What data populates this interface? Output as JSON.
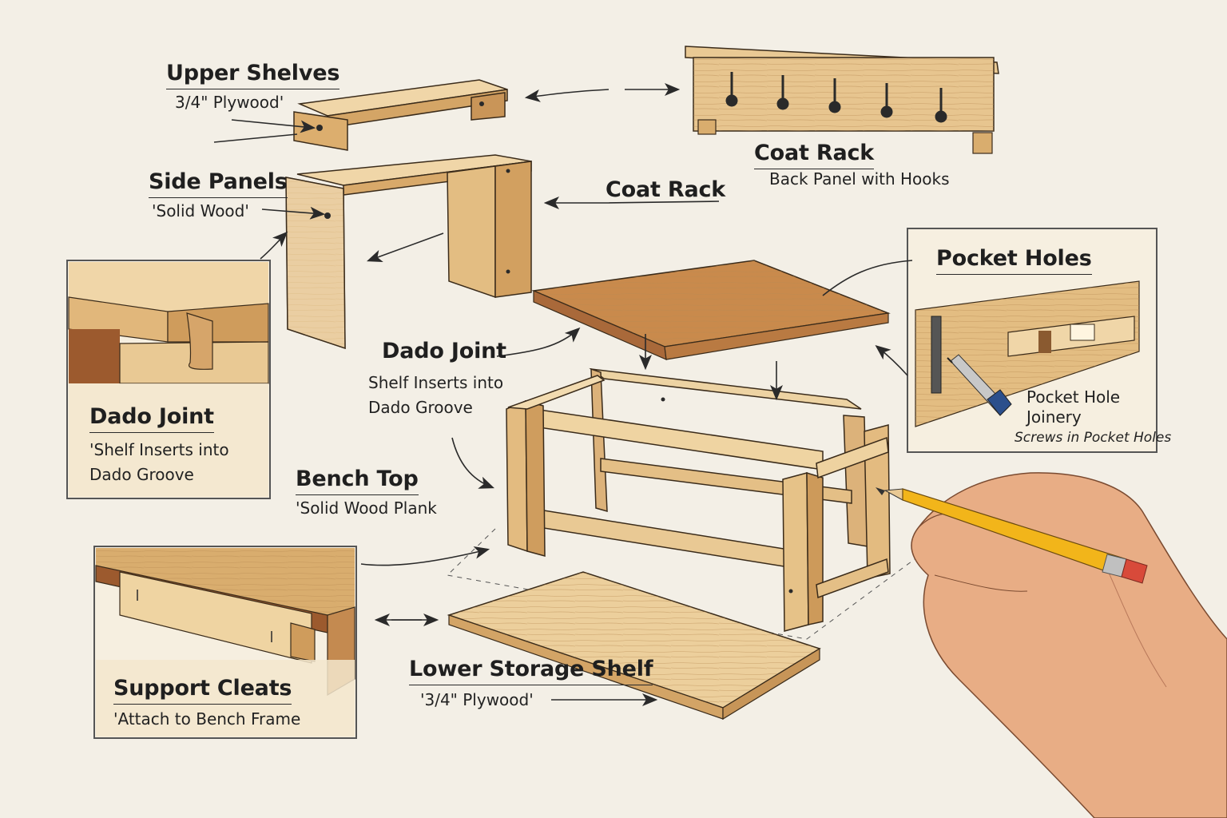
{
  "colors": {
    "background": "#f3efe6",
    "light_wood": "#e9c994",
    "mid_wood": "#d9ad6e",
    "dark_wood": "#b8773f",
    "oak_top": "#c98a4c",
    "ink": "#2a2a2a",
    "pencil_yellow": "#f2b51a",
    "eraser": "#d84a3a"
  },
  "labels": {
    "upper_shelves": {
      "title": "Upper Shelves",
      "sub": "3/4\" Plywood'"
    },
    "side_panels": {
      "title": "Side Panels",
      "sub": "'Solid Wood'"
    },
    "coat_rack_top": {
      "title": "Coat Rack",
      "sub": "Back Panel with Hooks"
    },
    "coat_rack_mid": {
      "title": "Coat Rack"
    },
    "pocket_holes": {
      "title": "Pocket Holes",
      "sub": "Pocket Hole\nJoinery",
      "note": "Screws in Pocket Holes"
    },
    "dado_joint_center": {
      "title": "Dado Joint",
      "sub": "Shelf Inserts into\nDado Groove"
    },
    "dado_joint_inset": {
      "title": "Dado Joint",
      "sub": "'Shelf Inserts into\nDado Groove"
    },
    "bench_top": {
      "title": "Bench Top",
      "sub": "'Solid Wood Plank"
    },
    "support_cleats": {
      "title": "Support Cleats",
      "sub": "'Attach to Bench Frame"
    },
    "lower_storage_shelf": {
      "title": "Lower Storage Shelf",
      "sub": "'3/4\" Plywood'"
    }
  },
  "icons": [
    "coat-hook-icon",
    "pencil-icon",
    "pen-icon",
    "hand-icon"
  ]
}
